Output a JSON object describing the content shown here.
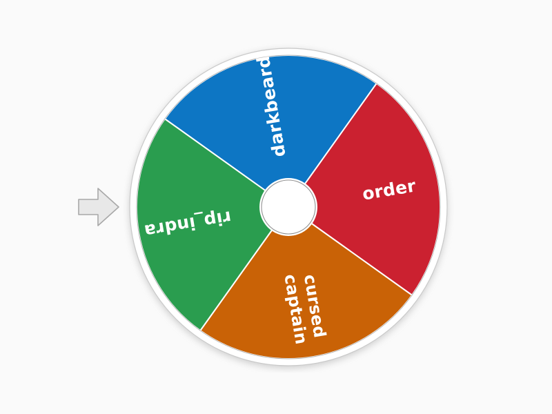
{
  "app": {
    "name": "spinner-wheel",
    "background_color": "#fafafa"
  },
  "pointer": {
    "label": "spin-pointer",
    "direction": "right",
    "fill": "#e8e8e8",
    "stroke": "#a8a8a8"
  },
  "wheel": {
    "hub": {
      "fill": "#ffffff",
      "stroke": "#9a9a9a"
    },
    "rim": {
      "fill": "#ffffff",
      "stroke": "#bdbdbd"
    },
    "rotation_deg": 35.5,
    "segment_count": 4,
    "segments": [
      {
        "label": "darkbeard",
        "lines": [
          "darkbeard"
        ],
        "color": "#0d76c4",
        "name": "darkbeard",
        "start_deg": 305.5,
        "end_deg": 35.5,
        "text_color": "#ffffff"
      },
      {
        "label": "order",
        "lines": [
          "order"
        ],
        "color": "#cb2130",
        "name": "order",
        "start_deg": 35.5,
        "end_deg": 125.5,
        "text_color": "#ffffff"
      },
      {
        "label": "cursed captain",
        "lines": [
          "cursed",
          "captain"
        ],
        "color": "#c96206",
        "name": "cursed-captain",
        "start_deg": 125.5,
        "end_deg": 215.5,
        "text_color": "#ffffff"
      },
      {
        "label": "rip_indra",
        "lines": [
          "rip_indra"
        ],
        "color": "#2a9d4f",
        "name": "rip-indra",
        "start_deg": 215.5,
        "end_deg": 305.5,
        "text_color": "#ffffff"
      }
    ]
  }
}
